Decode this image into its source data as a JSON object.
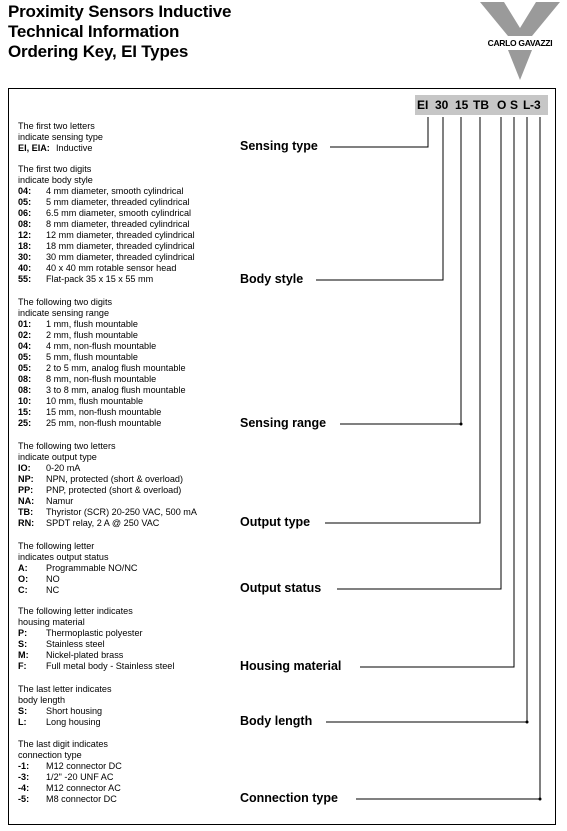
{
  "header": {
    "title_lines": [
      "Proximity Sensors Inductive",
      "Technical Information",
      "Ordering Key, EI Types"
    ],
    "logo_text": "CARLO GAVAZZI",
    "logo_color": "#9a9a9a"
  },
  "ordering_code": {
    "segments": [
      "EI",
      "30",
      "15",
      "TB",
      "O",
      "S",
      "L",
      "-3"
    ],
    "bar_color": "#c6c6c6"
  },
  "sections": [
    {
      "label": "Sensing type",
      "intro": [
        "The first two letters",
        "indicate sensing type"
      ],
      "items": [
        {
          "code": "EI, EIA:",
          "desc": "Inductive"
        }
      ]
    },
    {
      "label": "Body style",
      "intro": [
        "The first two digits",
        "indicate body style"
      ],
      "items": [
        {
          "code": "04:",
          "desc": "4 mm diameter, smooth cylindrical"
        },
        {
          "code": "05:",
          "desc": "5 mm diameter, threaded cylindrical"
        },
        {
          "code": "06:",
          "desc": "6.5 mm diameter, smooth cylindrical"
        },
        {
          "code": "08:",
          "desc": "8 mm diameter, threaded cylindrical"
        },
        {
          "code": "12:",
          "desc": "12 mm diameter, threaded cylindrical"
        },
        {
          "code": "18:",
          "desc": "18 mm diameter, threaded cylindrical"
        },
        {
          "code": "30:",
          "desc": "30 mm diameter, threaded cylindrical"
        },
        {
          "code": "40:",
          "desc": "40 x 40 mm rotable sensor head"
        },
        {
          "code": "55:",
          "desc": "Flat-pack 35 x 15 x 55 mm"
        }
      ]
    },
    {
      "label": "Sensing range",
      "intro": [
        "The following two digits",
        "indicate sensing range"
      ],
      "items": [
        {
          "code": "01:",
          "desc": "1 mm, flush mountable"
        },
        {
          "code": "02:",
          "desc": "2 mm, flush mountable"
        },
        {
          "code": "04:",
          "desc": "4 mm, non-flush mountable"
        },
        {
          "code": "05:",
          "desc": "5 mm, flush mountable"
        },
        {
          "code": "05:",
          "desc": "2 to 5 mm, analog flush mountable"
        },
        {
          "code": "08:",
          "desc": "8 mm, non-flush mountable"
        },
        {
          "code": "08:",
          "desc": "3 to 8 mm, analog flush mountable"
        },
        {
          "code": "10:",
          "desc": "10 mm, flush  mountable"
        },
        {
          "code": "15:",
          "desc": "15 mm, non-flush mountable"
        },
        {
          "code": "25:",
          "desc": "25 mm, non-flush mountable"
        }
      ]
    },
    {
      "label": "Output type",
      "intro": [
        "The following two letters",
        "indicate output type"
      ],
      "items": [
        {
          "code": "IO:",
          "desc": "0-20 mA"
        },
        {
          "code": "NP:",
          "desc": "NPN, protected (short & overload)"
        },
        {
          "code": "PP:",
          "desc": "PNP, protected (short & overload)"
        },
        {
          "code": "NA:",
          "desc": "Namur"
        },
        {
          "code": "TB:",
          "desc": "Thyristor (SCR) 20-250 VAC, 500 mA"
        },
        {
          "code": "RN:",
          "desc": "SPDT relay, 2 A @ 250 VAC"
        }
      ]
    },
    {
      "label": "Output status",
      "intro": [
        "The following letter",
        "indicates output status"
      ],
      "items": [
        {
          "code": "A:",
          "desc": "Programmable NO/NC"
        },
        {
          "code": "O:",
          "desc": "NO"
        },
        {
          "code": "C:",
          "desc": "NC"
        }
      ]
    },
    {
      "label": "Housing material",
      "intro": [
        "The following letter indicates",
        "housing material"
      ],
      "items": [
        {
          "code": "P:",
          "desc": "Thermoplastic polyester"
        },
        {
          "code": "S:",
          "desc": "Stainless steel"
        },
        {
          "code": "M:",
          "desc": "Nickel-plated brass"
        },
        {
          "code": "F:",
          "desc": "Full metal body - Stainless steel"
        }
      ]
    },
    {
      "label": "Body length",
      "intro": [
        "The last letter indicates",
        "body length"
      ],
      "items": [
        {
          "code": "S:",
          "desc": "Short housing"
        },
        {
          "code": "L:",
          "desc": "Long housing"
        }
      ]
    },
    {
      "label": "Connection type",
      "intro": [
        "The last digit indicates",
        "connection type"
      ],
      "items": [
        {
          "code": "-1:",
          "desc": "M12 connector DC"
        },
        {
          "code": "-3:",
          "desc": "1/2\" -20 UNF AC"
        },
        {
          "code": "-4:",
          "desc": "M12 connector AC"
        },
        {
          "code": "-5:",
          "desc": "M8 connector DC"
        }
      ]
    }
  ]
}
